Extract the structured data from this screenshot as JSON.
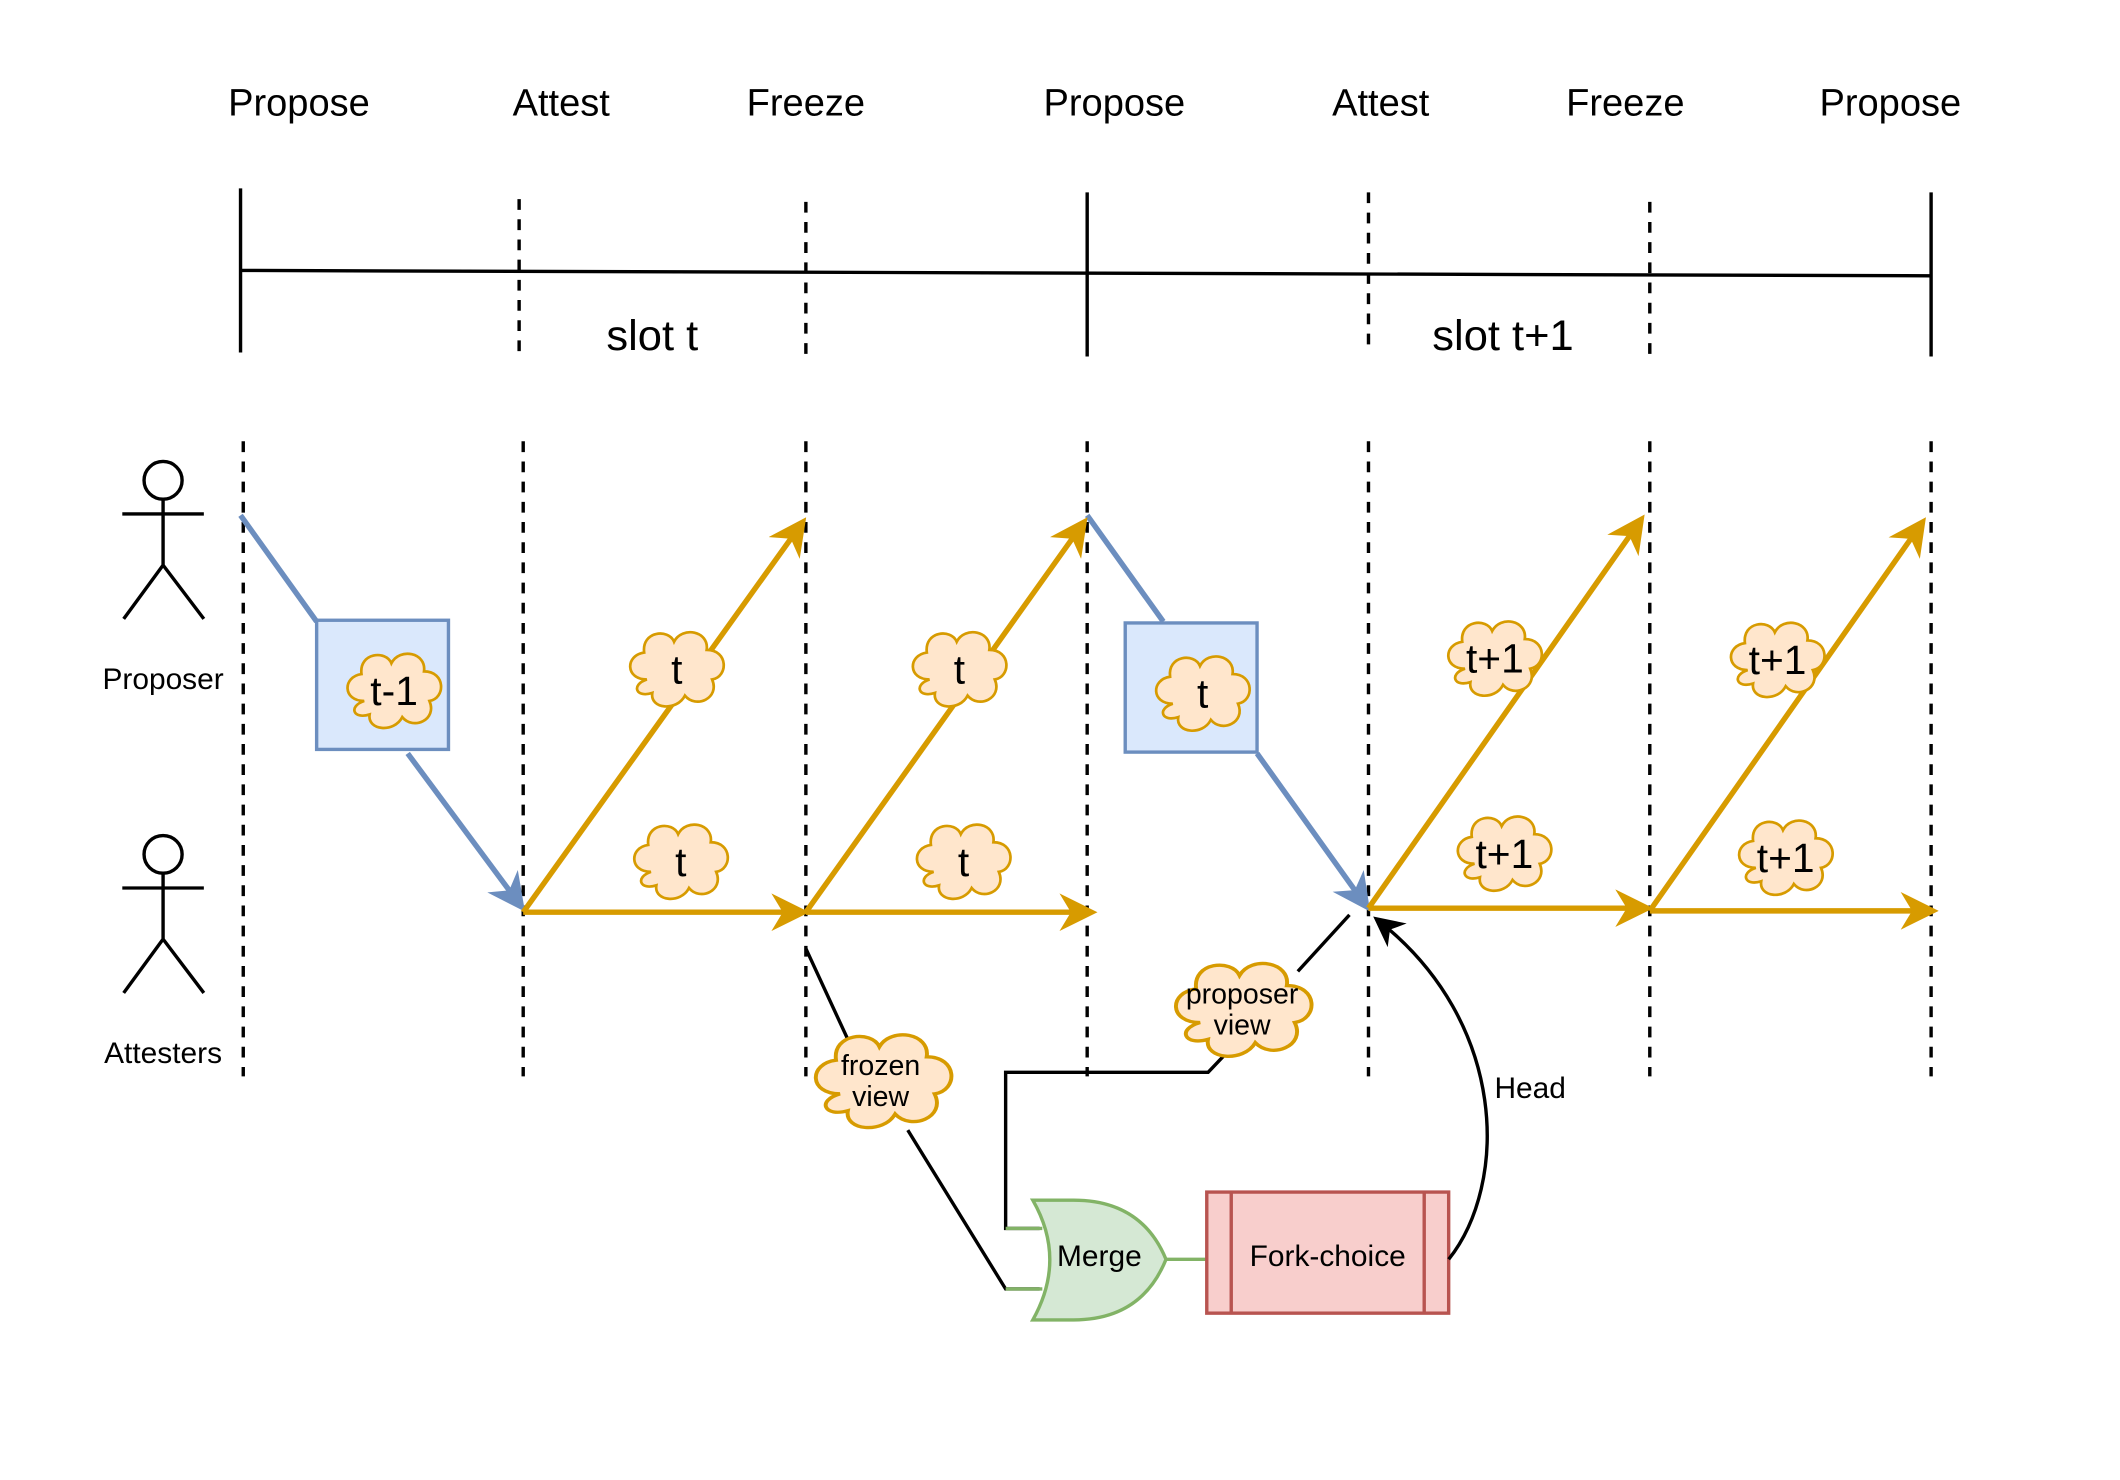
{
  "phases": [
    "Propose",
    "Attest",
    "Freeze",
    "Propose",
    "Attest",
    "Freeze",
    "Propose"
  ],
  "slots": [
    "slot t",
    "slot t+1"
  ],
  "actors": {
    "proposer": "Proposer",
    "attesters": "Attesters"
  },
  "clouds": {
    "block1": "t-1",
    "vote_a1": "t",
    "vote_b1": "t",
    "vote_a2": "t",
    "vote_b2": "t",
    "block2": "t",
    "vote_a3": "t+1",
    "vote_b3": "t+1",
    "vote_a4": "t+1",
    "vote_b4": "t+1",
    "frozen_l1": "frozen",
    "frozen_l2": "view",
    "prop_l1": "proposer",
    "prop_l2": "view"
  },
  "merge": "Merge",
  "forkchoice": "Fork-choice",
  "head": "Head",
  "colors": {
    "blue": "#6c8ebf",
    "blue_fill": "#dae8fc",
    "orange": "#d79b00",
    "cloud_fill": "#ffe6cc",
    "green": "#82b366",
    "green_fill": "#d5e8d4",
    "red": "#b85450",
    "red_fill": "#f8cecc"
  }
}
